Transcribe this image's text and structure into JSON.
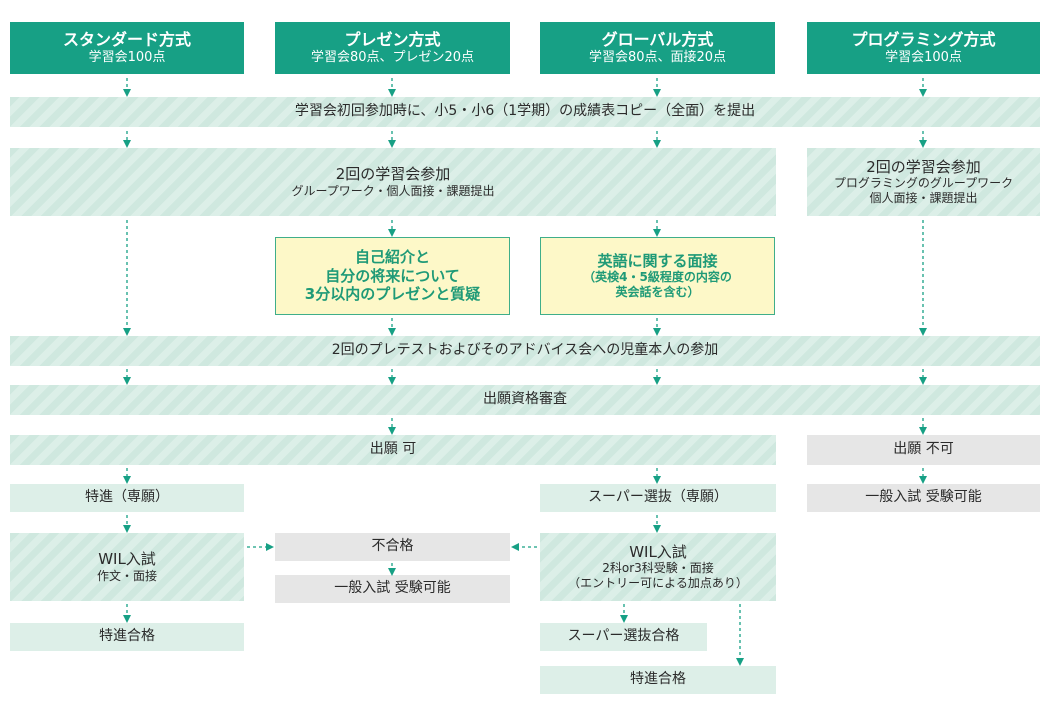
{
  "methods": [
    {
      "name": "スタンダード方式",
      "score": "学習会100点"
    },
    {
      "name": "プレゼン方式",
      "score": "学習会80点、プレゼン20点"
    },
    {
      "name": "グローバル方式",
      "score": "学習会80点、面接20点"
    },
    {
      "name": "プログラミング方式",
      "score": "学習会100点"
    }
  ],
  "submit_report_card": "学習会初回参加時に、小5・小6（1学期）の成績表コピー（全面）を提出",
  "study_sessions": {
    "title": "2回の学習会参加",
    "detail": "グループワーク・個人面接・課題提出"
  },
  "programming_sessions": {
    "title": "2回の学習会参加",
    "detail1": "プログラミングのグループワーク",
    "detail2": "個人面接・課題提出"
  },
  "presentation_box": {
    "line1": "自己紹介と",
    "line2": "自分の将来について",
    "line3": "3分以内のプレゼンと質疑"
  },
  "english_box": {
    "line1": "英語に関する面接",
    "line2": "（英検4・5級程度の内容の",
    "line3": "英会話を含む）"
  },
  "pretest": "2回のプレテストおよびそのアドバイス会への児童本人の参加",
  "eligibility_review": "出願資格審査",
  "application_ok": "出願 可",
  "application_ng": "出願 不可",
  "general_exam_right": "一般入試 受験可能",
  "tokushin": "特進（専願）",
  "super_select": "スーパー選抜（専願）",
  "wil_left": {
    "title": "WIL入試",
    "detail": "作文・面接"
  },
  "wil_right": {
    "title": "WIL入試",
    "detail1": "2科or3科受験・面接",
    "detail2": "（エントリー可による加点あり）"
  },
  "fail": "不合格",
  "general_exam_mid": "一般入試 受験可能",
  "tokushin_pass_left": "特進合格",
  "super_pass": "スーパー選抜合格",
  "tokushin_pass_right": "特進合格",
  "colors": {
    "header": "#17a085",
    "arrow": "#17a085",
    "stripe": "#cfe8df",
    "yellow": "#fdf8c8",
    "gray": "#e6e6e6"
  }
}
